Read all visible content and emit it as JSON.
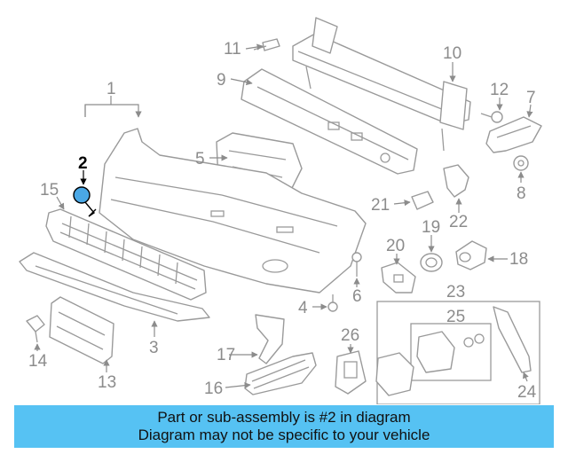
{
  "callouts": {
    "c1": "1",
    "c2": "2",
    "c3": "3",
    "c4": "4",
    "c5": "5",
    "c6": "6",
    "c7": "7",
    "c8": "8",
    "c9": "9",
    "c10": "10",
    "c11": "11",
    "c12": "12",
    "c13": "13",
    "c14": "14",
    "c15": "15",
    "c16": "16",
    "c17": "17",
    "c18": "18",
    "c19": "19",
    "c20": "20",
    "c21": "21",
    "c22": "22",
    "c23": "23",
    "c24": "24",
    "c25": "25",
    "c26": "26"
  },
  "highlighted_part": "2",
  "banner": {
    "line1": "Part or sub-assembly is #2 in diagram",
    "line2": "Diagram may not be specific to your vehicle"
  },
  "colors": {
    "banner_bg": "#56c2f3",
    "line_art": "#9a9a9a",
    "highlight_fill": "#4aa8e6"
  }
}
